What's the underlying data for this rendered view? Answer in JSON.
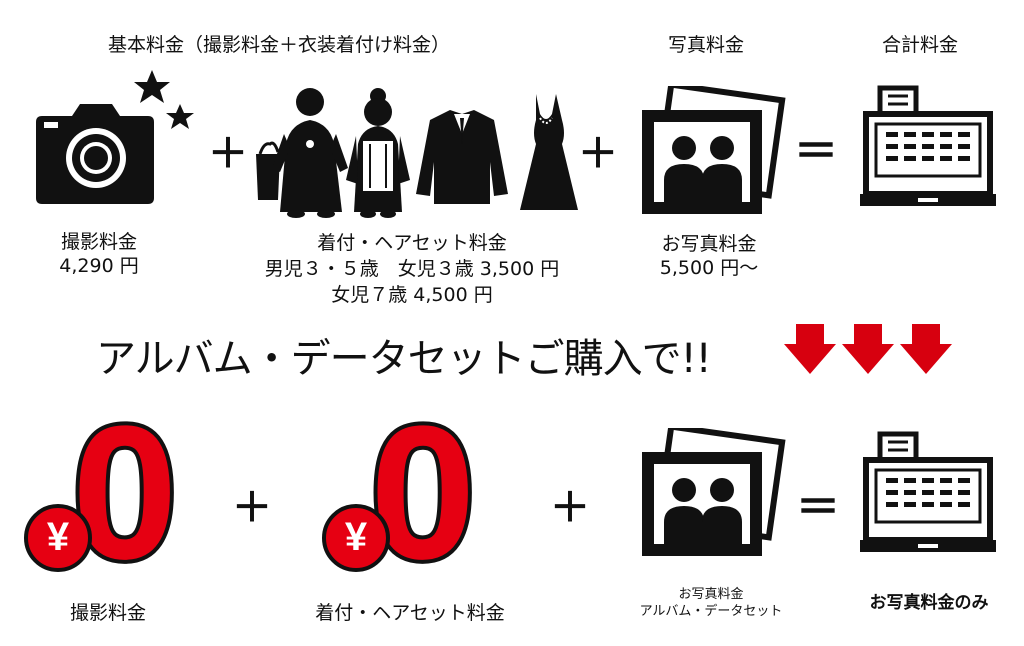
{
  "top": {
    "header_basic": "基本料金（撮影料金＋衣装着付け料金）",
    "header_photo": "写真料金",
    "header_total": "合計料金",
    "shoot_label": "撮影料金",
    "shoot_price": "4,290 円",
    "dress_label": "着付・ヘアセット料金",
    "dress_line2": "男児３・５歳　女児３歳 3,500 円",
    "dress_line3": "女児７歳 4,500 円",
    "photo_label": "お写真料金",
    "photo_price": "5,500 円～",
    "plus": "＋",
    "equals": "＝"
  },
  "banner": {
    "text": "アルバム・データセットご購入で!!"
  },
  "bottom": {
    "yen": "¥",
    "zero": "0",
    "shoot_label": "撮影料金",
    "dress_label": "着付・ヘアセット料金",
    "photo_line1": "お写真料金",
    "photo_line2": "アルバム・データセット",
    "total_label": "お写真料金のみ",
    "plus": "＋",
    "equals": "＝"
  },
  "colors": {
    "accent_red": "#e60012",
    "black": "#111111"
  },
  "icons": [
    "camera-icon",
    "star-icon",
    "shopping-bag-icon",
    "kimono-boy-icon",
    "kimono-girl-icon",
    "suit-jacket-icon",
    "dress-icon",
    "photos-icon",
    "cash-register-icon",
    "arrow-down-icon"
  ]
}
